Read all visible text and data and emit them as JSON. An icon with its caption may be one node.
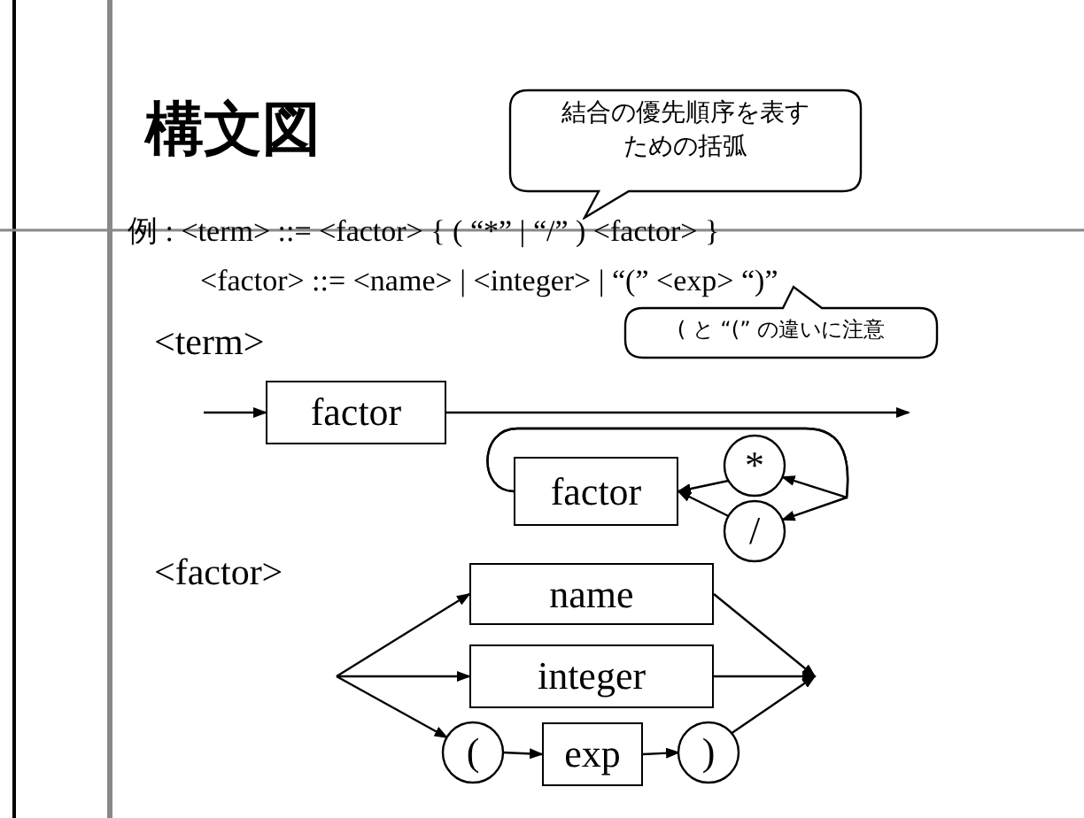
{
  "diagram": {
    "title": "構文図",
    "nodes": [
      {
        "text": [
          "結合の優先順序を表すための括弧"
        ]
      },
      {
        "text": [
          "( と “(” の違いに注意"
        ]
      },
      {
        "text": [
          "factor"
        ]
      },
      {
        "text": [
          "factor"
        ]
      },
      {
        "text": [
          "*"
        ]
      },
      {
        "text": [
          "/"
        ]
      },
      {
        "text": [
          "name"
        ]
      },
      {
        "text": [
          "integer"
        ]
      },
      {
        "text": [
          "("
        ]
      },
      {
        "text": [
          "exp"
        ]
      },
      {
        "text": [
          ")"
        ]
      }
    ],
    "edges": [
      {
        "from": null,
        "to": 2,
        "arrow": "to"
      },
      {
        "from": 2,
        "to": null,
        "arrow": "to"
      },
      {
        "from": 3,
        "to": 4,
        "arrow": "to"
      },
      {
        "from": 3,
        "to": 5,
        "arrow": "to"
      },
      {
        "from": 4,
        "to": 3,
        "arrow": "to"
      },
      {
        "from": 5,
        "to": 3,
        "arrow": "to"
      },
      {
        "from": null,
        "to": 6,
        "arrow": "to"
      },
      {
        "from": null,
        "to": 7,
        "arrow": "to"
      },
      {
        "from": null,
        "to": 8,
        "arrow": "to"
      },
      {
        "from": 8,
        "to": 9,
        "arrow": "to"
      },
      {
        "from": 9,
        "to": 10,
        "arrow": "to"
      },
      {
        "from": 6,
        "to": null,
        "arrow": "to"
      },
      {
        "from": 7,
        "to": null,
        "arrow": "to"
      },
      {
        "from": 10,
        "to": null,
        "arrow": "to"
      }
    ],
    "labels": [
      "例 : <term> ::= <factor> { ( “*” | “/” ) <factor> }",
      "<factor> ::= <name> | <integer> | “(” <exp> “)”",
      "<term>",
      "<factor>"
    ]
  }
}
